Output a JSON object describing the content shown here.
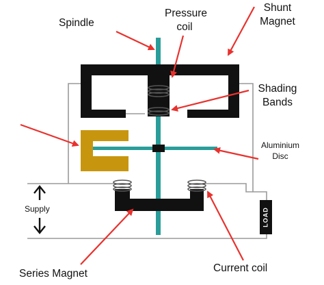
{
  "labels": {
    "spindle": "Spindle",
    "pressure_coil_line1": "Pressure",
    "pressure_coil_line2": "coil",
    "shunt_magnet_line1": "Shunt",
    "shunt_magnet_line2": "Magnet",
    "shading_bands_line1": "Shading",
    "shading_bands_line2": "Bands",
    "aluminium_disc_line1": "Aluminium",
    "aluminium_disc_line2": "Disc",
    "supply": "Supply",
    "load": "LOAD",
    "series_magnet": "Series Magnet",
    "current_coil": "Current coil"
  },
  "colors": {
    "arrow": "#e8322e",
    "magnet": "#111111",
    "spindle": "#2a9d9a",
    "brake_magnet": "#c8960e",
    "wire": "#9a9a9a",
    "coil": "#555555"
  }
}
